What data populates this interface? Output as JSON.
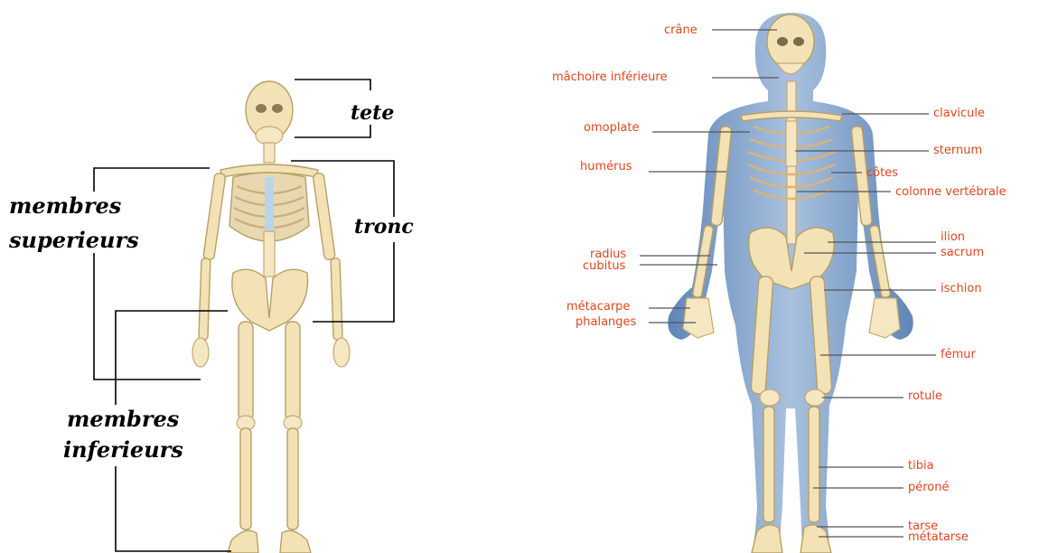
{
  "left_diagram": {
    "labels": {
      "tete": "tete",
      "tronc": "tronc",
      "membres_sup_1": "membres",
      "membres_sup_2": "superieurs",
      "membres_inf_1": "membres",
      "membres_inf_2": "inferieurs"
    }
  },
  "right_diagram": {
    "labels": {
      "crane": "crâne",
      "machoire": "mâchoire inférieure",
      "omoplate": "omoplate",
      "humerus": "humérus",
      "radius": "radius",
      "cubitus": "cubitus",
      "metacarpe": "métacarpe",
      "phalanges": "phalanges",
      "clavicule": "clavicule",
      "sternum": "sternum",
      "cotes": "côtes",
      "colonne": "colonne vertébrale",
      "ilion": "ilion",
      "sacrum": "sacrum",
      "ischion": "ischion",
      "femur": "fémur",
      "rotule": "rotule",
      "tibia": "tibia",
      "perone": "péroné",
      "tarse": "tarse",
      "metatarse": "métatarse"
    }
  },
  "colors": {
    "label_red": "#e1451d",
    "body_blue": "#7a9cc6",
    "bone": "#f3e2b6"
  }
}
